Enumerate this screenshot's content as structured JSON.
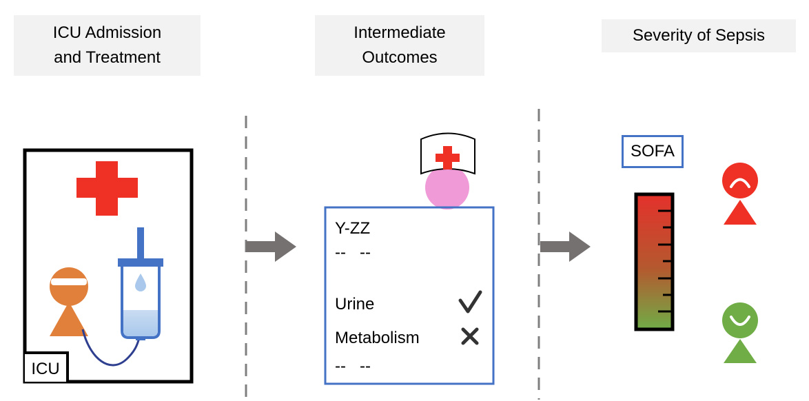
{
  "headers": {
    "icu_line1": "ICU Admission",
    "icu_line2": "and Treatment",
    "intermediate_line1": "Intermediate",
    "intermediate_line2": "Outcomes",
    "severity": "Severity of Sepsis"
  },
  "icu_panel": {
    "label": "ICU",
    "icons": [
      "red-cross-icon",
      "patient-icon",
      "iv-bag-icon"
    ]
  },
  "outcomes_card": {
    "title": "Y-ZZ",
    "placeholder_top": "--   --",
    "items": [
      {
        "label": "Urine",
        "status_icon": "check-icon"
      },
      {
        "label": "Metabolism",
        "status_icon": "cross-icon"
      }
    ],
    "placeholder_bottom": "--   --",
    "icons": [
      "nurse-icon"
    ]
  },
  "severity_panel": {
    "score_label": "SOFA",
    "scale_ticks": 7,
    "icons": [
      "sad-patient-icon",
      "happy-patient-icon"
    ]
  },
  "colors": {
    "red": "#ee3124",
    "orange": "#e0803a",
    "blue": "#4472c4",
    "pink": "#f09ad8",
    "green": "#70ad47",
    "arrow_gray": "#767171",
    "header_bg": "#f2f2f2"
  }
}
